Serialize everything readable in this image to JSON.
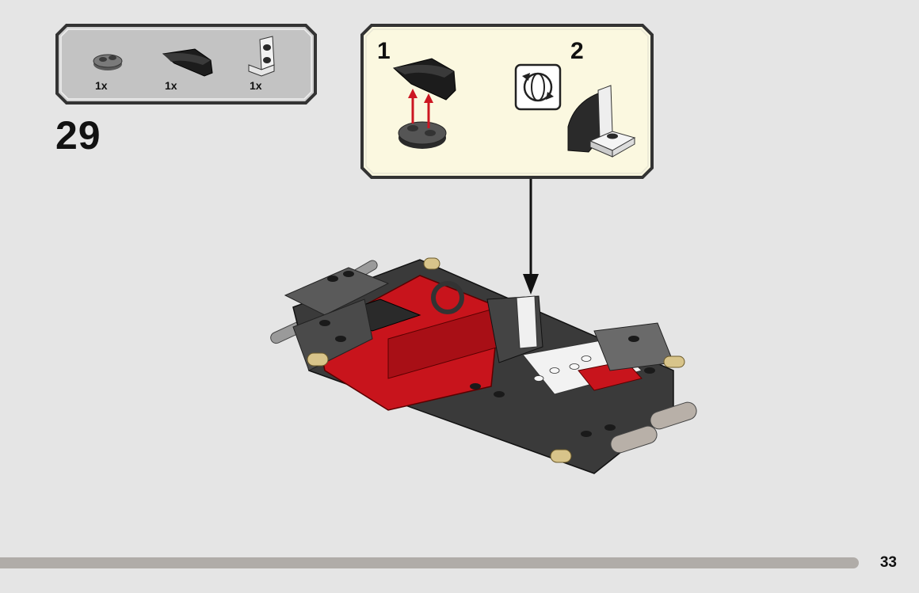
{
  "step": {
    "number": "29"
  },
  "parts_list": [
    {
      "part": "dark-gray-jumper-plate",
      "quantity": "1x"
    },
    {
      "part": "black-curved-slope-tile",
      "quantity": "1x"
    },
    {
      "part": "white-bracket-plate",
      "quantity": "1x"
    },
    {
      "part": "",
      "quantity": ""
    }
  ],
  "sub_steps": [
    {
      "number": "1"
    },
    {
      "number": "2"
    }
  ],
  "rotate_icon": "rotate-model-icon",
  "page": {
    "number": "33"
  },
  "colors": {
    "brick_red": "#c8141c",
    "panel_cream": "#fbf8e0",
    "arrow_red": "#cc1622"
  }
}
